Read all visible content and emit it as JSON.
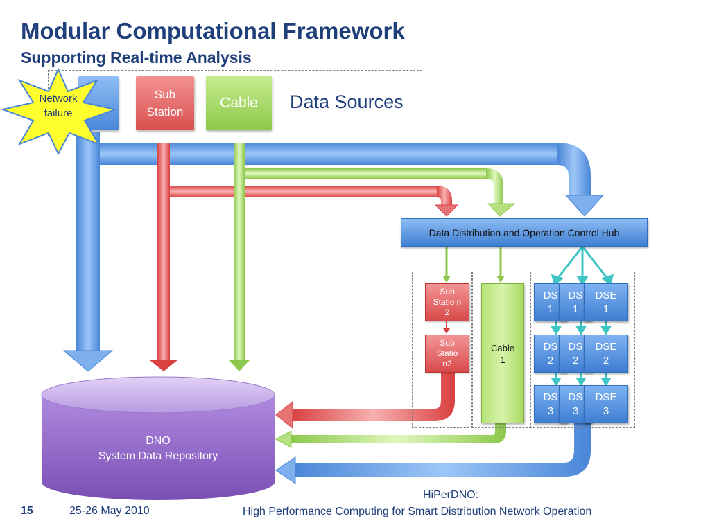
{
  "header": {
    "title": "Modular Computational Framework",
    "subtitle": "Supporting Real-time Analysis"
  },
  "data_sources": {
    "label": "Data Sources",
    "sub_station": "Sub Station",
    "cable": "Cable",
    "network_failure": "Network failure"
  },
  "hub": {
    "label": "Data Distribution and Operation Control Hub"
  },
  "analysis": {
    "sub_station_2": "Sub Statio n 2",
    "sub_station_n2": "Sub Statio n2",
    "cable_1": "Cable 1",
    "dse_1": "DSE 1",
    "dse_2": "DSE 2",
    "dse_3": "DSE 3",
    "dse_partial_1": "DS 1",
    "dse_partial_2": "DS 2",
    "dse_partial_3": "DS 3"
  },
  "repository": {
    "line1": "DNO",
    "line2": "System Data Repository"
  },
  "footer": {
    "slide_number": "15",
    "date": "25-26 May 2010",
    "project": "HiPerDNO:",
    "project_full": "High Performance Computing for Smart Distribution Network Operation"
  },
  "colors": {
    "title": "#1f3f7a",
    "network_blue": "#5b9ae8",
    "substation_red": "#e05a5a",
    "cable_green": "#a2d95e",
    "repository_purple": "#8a5ec0",
    "burst_yellow": "#ffff2e",
    "teal_connector": "#3fc5c5"
  }
}
